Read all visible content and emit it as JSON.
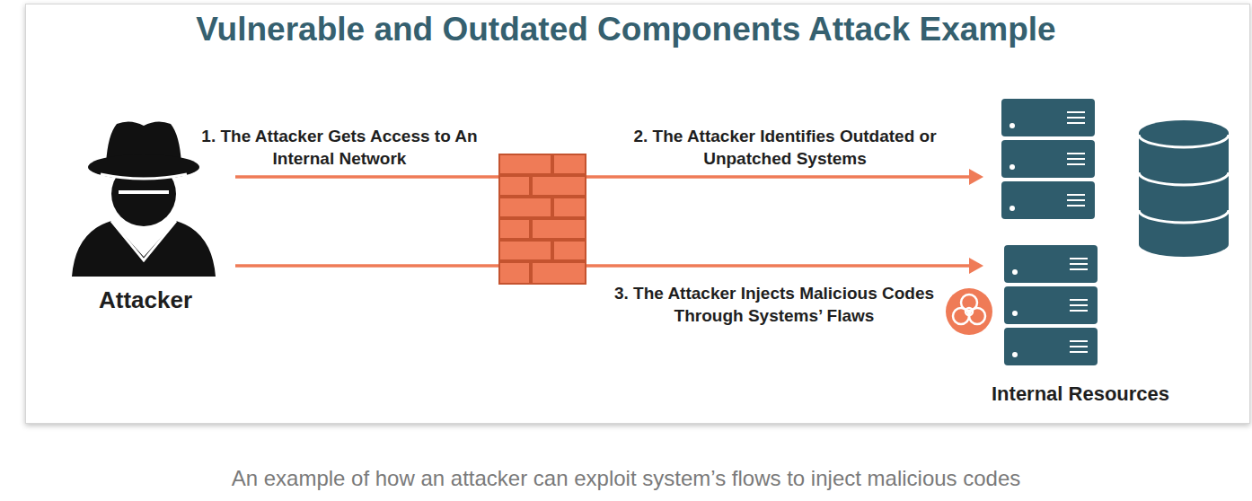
{
  "diagram": {
    "title": "Vulnerable and Outdated Components Attack Example",
    "caption": "An example of how an attacker can exploit system’s flows to inject malicious codes",
    "nodes": [
      {
        "text": [
          "Attacker"
        ]
      },
      {
        "text": [
          "Internal Resources"
        ]
      }
    ],
    "edges": [
      {
        "from": 0,
        "to": 1,
        "arrow": "to",
        "label": "1. The Attacker Gets Access to An Internal Network"
      },
      {
        "from": 0,
        "to": 1,
        "arrow": "to",
        "label": "3. The Attacker Injects Malicious Codes Through Systems’ Flaws"
      }
    ],
    "labels": [
      "2. The Attacker Identifies Outdated or Unpatched Systems"
    ]
  }
}
